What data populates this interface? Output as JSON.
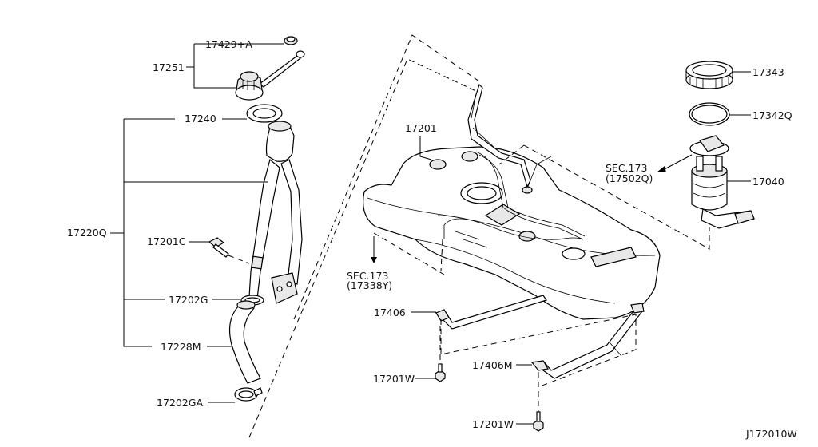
{
  "diagram": {
    "drawing_id": "J172010W",
    "parts": {
      "cap_tether": "17429+A",
      "filler_cap": "17251",
      "filler_neck_ring": "17240",
      "filler_tube_assy": "17220Q",
      "bolt_c": "17201C",
      "clamp_g": "17202G",
      "hose_m": "17228M",
      "clamp_ga": "17202GA",
      "fuel_tank": "17201",
      "lock_ring": "17343",
      "o_ring": "17342Q",
      "fuel_pump": "17040",
      "band": "17406",
      "band_m": "17406M",
      "bolt_w_1": "17201W",
      "bolt_w_2": "17201W"
    },
    "sec_refs": {
      "left_sec": "SEC.173",
      "left_sub": "(17338Y)",
      "right_sec": "SEC.173",
      "right_sub": "(17502Q)"
    }
  }
}
